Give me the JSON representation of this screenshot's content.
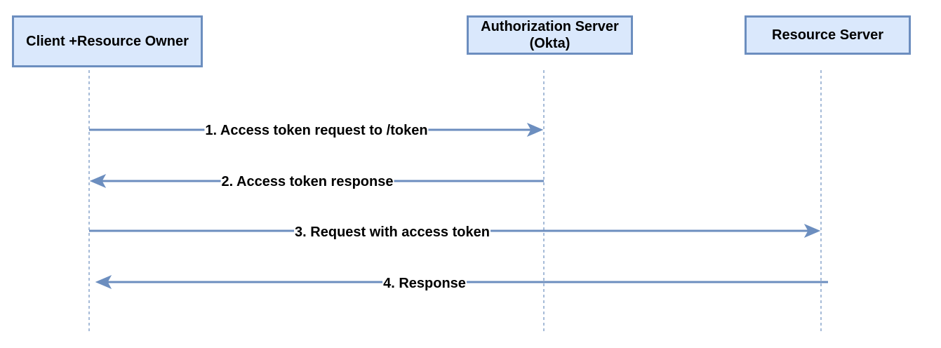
{
  "participants": [
    {
      "id": "client",
      "lines": [
        "Client +Resource Owner"
      ]
    },
    {
      "id": "auth",
      "lines": [
        "Authorization Server",
        "(Okta)"
      ]
    },
    {
      "id": "resource",
      "lines": [
        "Resource Server"
      ]
    }
  ],
  "messages": [
    {
      "from": "client",
      "to": "auth",
      "label": "1. Access token request to /token"
    },
    {
      "from": "auth",
      "to": "client",
      "label": "2. Access token response"
    },
    {
      "from": "client",
      "to": "resource",
      "label": "3. Request with access token"
    },
    {
      "from": "resource",
      "to": "client",
      "label": "4. Response"
    }
  ],
  "colors": {
    "participant_fill": "#dae8fc",
    "participant_stroke": "#6c8ebf",
    "arrow": "#6c8ebf",
    "text": "#000000"
  }
}
